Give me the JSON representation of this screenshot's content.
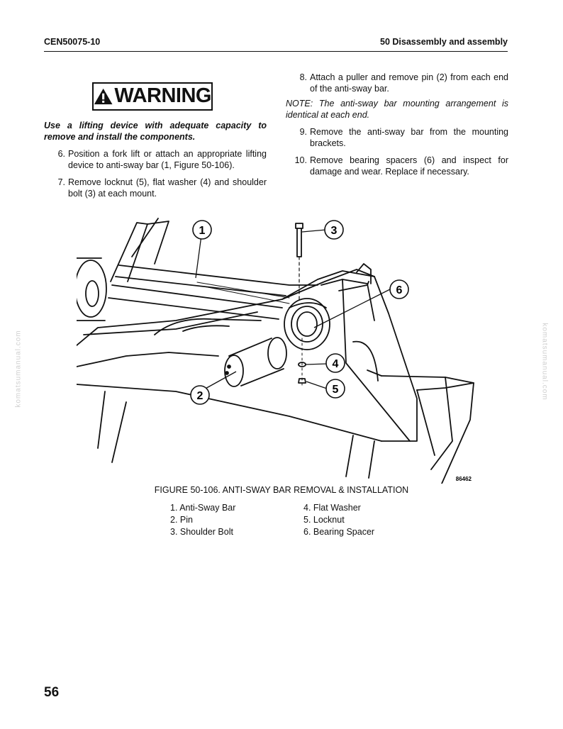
{
  "header": {
    "doc_id": "CEN50075-10",
    "section": "50 Disassembly and assembly"
  },
  "warning": {
    "label": "WARNING",
    "text": "Use a lifting device with adequate capacity to remove and install the components."
  },
  "steps_left": [
    {
      "num": "6.",
      "text": "Position a fork lift or attach an appropriate lifting device to anti-sway bar (1, Figure 50-106)."
    },
    {
      "num": "7.",
      "text": "Remove locknut (5), flat washer (4) and shoulder bolt (3) at each mount."
    }
  ],
  "steps_right_a": [
    {
      "num": "8.",
      "text": "Attach a puller and remove pin (2) from each end of the anti-sway bar."
    }
  ],
  "note": "NOTE: The anti-sway bar mounting arrangement is identical at each end.",
  "steps_right_b": [
    {
      "num": "9.",
      "text": "Remove the anti-sway bar from the mounting brackets."
    },
    {
      "num": "10.",
      "text": "Remove bearing spacers (6) and inspect for damage and wear. Replace if necessary."
    }
  ],
  "figure": {
    "callouts": [
      "1",
      "2",
      "3",
      "4",
      "5",
      "6"
    ],
    "drawing_number": "86462",
    "caption": "FIGURE 50-106. ANTI-SWAY BAR REMOVAL & INSTALLATION"
  },
  "legend_a": [
    "1. Anti-Sway Bar",
    "2. Pin",
    "3. Shoulder Bolt"
  ],
  "legend_b": [
    "4. Flat Washer",
    "5. Locknut",
    "6. Bearing Spacer"
  ],
  "page_number": "56",
  "watermark": "komatsumanual.com"
}
